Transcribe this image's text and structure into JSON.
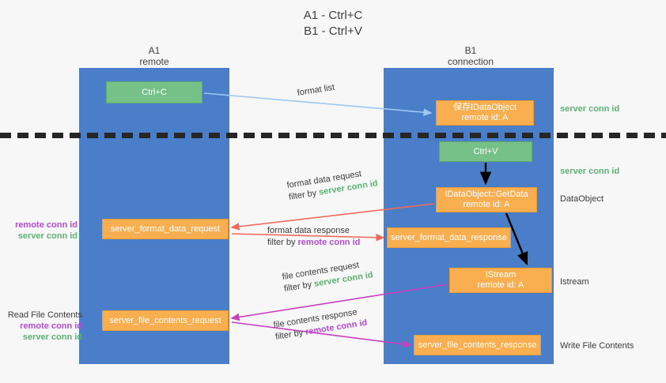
{
  "title": {
    "line1": "A1 - Ctrl+C",
    "line2": "B1 - Ctrl+V"
  },
  "lanes": [
    {
      "name": "A1",
      "sub": "remote",
      "color": "#4a7ec8"
    },
    {
      "name": "B1",
      "sub": "connection",
      "color": "#4a7ec8"
    }
  ],
  "colors": {
    "lane": "#4a7ec8",
    "green_box": "#76c188",
    "orange_box": "#f9ae50",
    "server_conn_id": "#5cb373",
    "remote_conn_id": "#b44ad6",
    "divider": "#262626",
    "arrow_format_list": "#9ec9ef",
    "arrow_format_data": "#ef6a5a",
    "arrow_file_contents": "#c93fc0",
    "arrow_internal": "#000000",
    "background": "#f7f7f7"
  },
  "boxes": {
    "ctrl_c": {
      "label": "Ctrl+C",
      "style": "green"
    },
    "ctrl_v": {
      "label": "Ctrl+V",
      "style": "green"
    },
    "idataobject": {
      "line1": "保存IDataObject",
      "line2": "remote id: A",
      "style": "orange"
    },
    "getdata": {
      "line1": "IDataObject::GetData",
      "line2": "remote id: A",
      "style": "orange"
    },
    "istream": {
      "line1": "IStream",
      "line2": "remote id: A",
      "style": "orange"
    },
    "format_data_request": {
      "label": "server_format_data_request",
      "style": "orange"
    },
    "format_data_response": {
      "label": "server_format_data_response",
      "style": "orange"
    },
    "file_contents_request": {
      "label": "server_file_contents_request",
      "style": "orange"
    },
    "file_contents_response": {
      "label": "server_file_contents_response",
      "style": "orange"
    }
  },
  "connectors": {
    "format_list": {
      "label": "format list"
    },
    "format_data_request": {
      "line1": "format data request",
      "filter_prefix": "filter by ",
      "filter_value": "server conn id"
    },
    "format_data_response": {
      "line1": "format data response",
      "filter_prefix": "filter by ",
      "filter_value": "remote conn id"
    },
    "file_contents_request": {
      "line1": "file contents request",
      "filter_prefix": "filter by ",
      "filter_value": "server conn id"
    },
    "file_contents_response": {
      "line1": "file contents response",
      "filter_prefix": "filter by ",
      "filter_value": "remote conn id"
    }
  },
  "annotations": {
    "right": [
      {
        "text": "server conn id",
        "kind": "server"
      },
      {
        "text": "server conn id",
        "kind": "server"
      },
      {
        "text": "DataObject",
        "kind": "plain"
      },
      {
        "text": "Istream",
        "kind": "plain"
      },
      {
        "text": "Write File Contents",
        "kind": "plain"
      }
    ],
    "left_group_1": {
      "remote": "remote conn id",
      "server": "server conn id"
    },
    "left_group_2": {
      "header": "Read File Contents",
      "remote": "remote conn id",
      "server": "server conn id"
    }
  }
}
